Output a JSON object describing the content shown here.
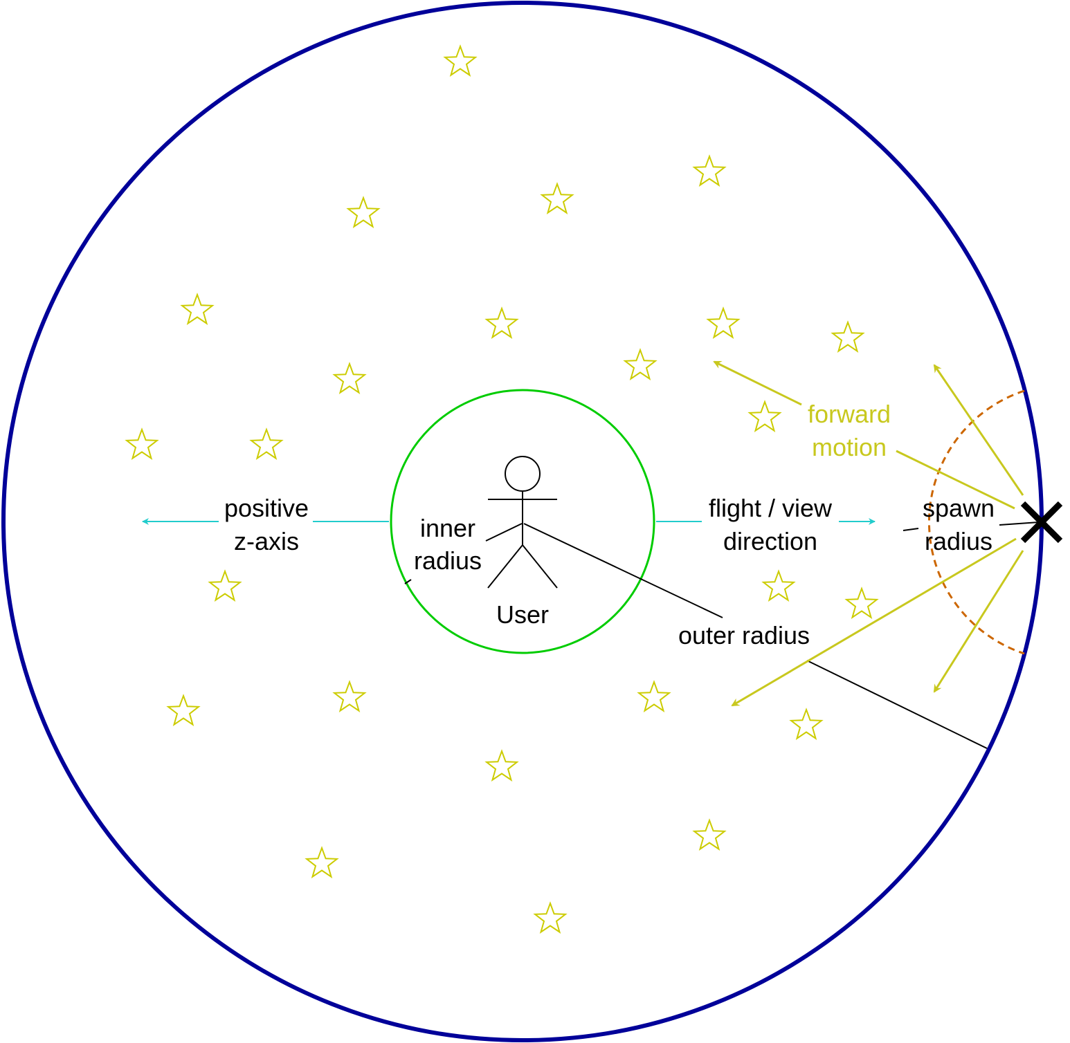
{
  "labels": {
    "positive": "positive",
    "z_axis": "z-axis",
    "inner": "inner",
    "inner_radius": "radius",
    "user": "User",
    "flight_view": "flight / view",
    "direction": "direction",
    "spawn": "spawn",
    "spawn_radius": "radius",
    "forward": "forward",
    "motion": "motion",
    "outer_radius": "outer radius"
  },
  "colors": {
    "outer_circle": "#000099",
    "inner_circle": "#00cc00",
    "stars": "#cccc00",
    "axis_arrows": "#22cccc",
    "motion_arrows": "#c8c81e",
    "spawn_arc": "#cc6600",
    "lines": "#000000"
  },
  "icons": {
    "star": "star-outline-icon",
    "user": "stick-figure-icon",
    "spawn_point": "x-mark-icon"
  }
}
